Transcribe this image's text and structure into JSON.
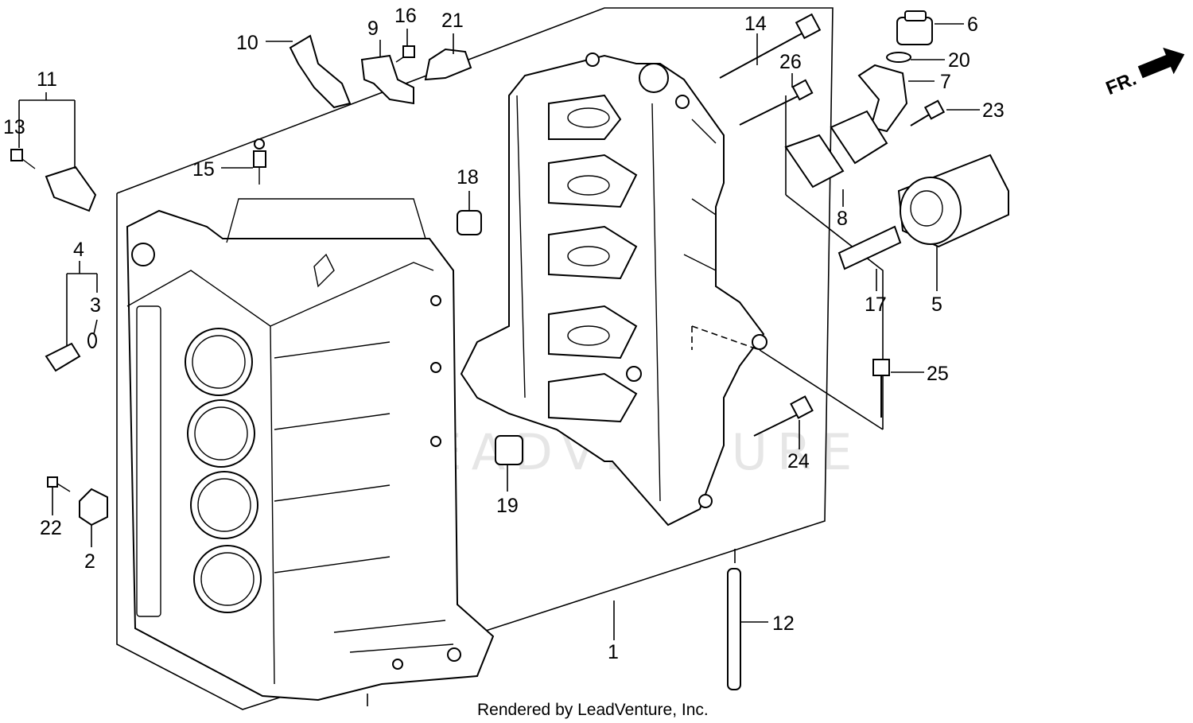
{
  "diagram": {
    "watermark": "LEADVENTURE",
    "credit": "Rendered by LeadVenture, Inc.",
    "front_marker": "FR.",
    "callouts": {
      "c1": "1",
      "c2": "2",
      "c3": "3",
      "c4": "4",
      "c5": "5",
      "c6": "6",
      "c7": "7",
      "c8": "8",
      "c9": "9",
      "c10": "10",
      "c11": "11",
      "c12": "12",
      "c13": "13",
      "c14": "14",
      "c15": "15",
      "c16": "16",
      "c17": "17",
      "c18": "18",
      "c19": "19",
      "c20": "20",
      "c21": "21",
      "c22": "22",
      "c23": "23",
      "c24": "24",
      "c25": "25",
      "c26": "26"
    }
  }
}
